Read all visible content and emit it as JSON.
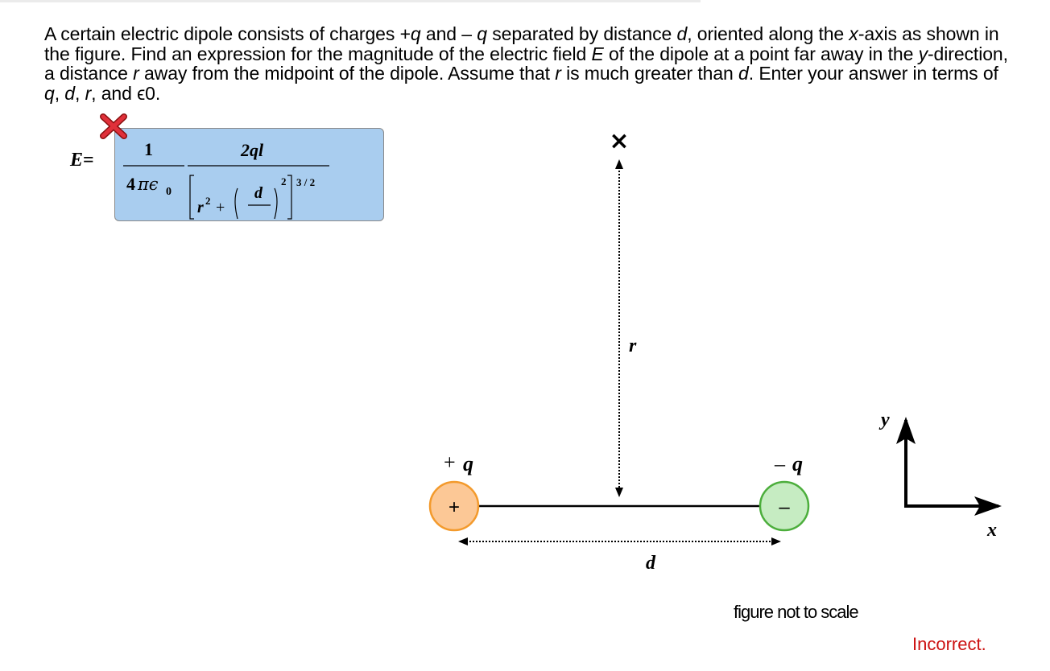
{
  "problem": {
    "t1": "A certain electric dipole consists of charges +",
    "q1": "q",
    "t2": " and – ",
    "q2": "q",
    "t3": " separated by distance ",
    "d1": "d",
    "t4": ", oriented along the ",
    "x1": "x",
    "t5": "-axis as shown in the figure. Find an expression for the magnitude of the electric field ",
    "E1": "E",
    "t6": " of the dipole at a point far away in the ",
    "y1": "y",
    "t7": "-direction, a distance ",
    "r1": "r",
    "t8": " away from the midpoint of the dipole. Assume that ",
    "r2": "r",
    "t9": " is much greater than ",
    "d2": "d",
    "t10": ". Enter your answer in terms of ",
    "q3": "q",
    "t11": ", ",
    "d3": "d",
    "t12": ", ",
    "r3": "r",
    "t13": ", and ϵ0."
  },
  "answer": {
    "label_var": "E",
    "label_eq": "=",
    "status_icon": "red-x-icon",
    "box_color": "#a9cdef",
    "frac_num_1": "1",
    "frac_den_1a": "4",
    "frac_den_1b": "πϵ",
    "frac_den_1c": "0",
    "num_2": "2ql",
    "r_var": "r",
    "r_exp": "2",
    "plus": "+",
    "d_var": "d",
    "inner_exp": "2",
    "outer_exp": "3 / 2"
  },
  "figure": {
    "pos_label_sign": "+",
    "pos_label_var": "q",
    "neg_label_sign": "–",
    "neg_label_var": "q",
    "pos_symbol": "+",
    "neg_symbol": "–",
    "pos_color": "#fcc896",
    "pos_stroke": "#f39a2c",
    "neg_color": "#c6ecc2",
    "neg_stroke": "#4cae3c",
    "r_label": "r",
    "d_label": "d",
    "point_marker": "×",
    "axis_y": "y",
    "axis_x": "x",
    "note": "figure not to scale"
  },
  "status_text": "Incorrect."
}
